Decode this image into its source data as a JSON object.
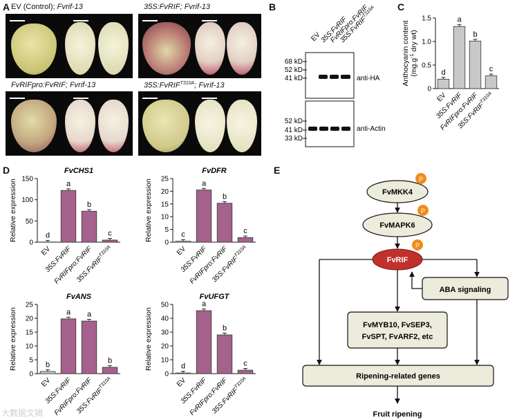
{
  "panels": {
    "A": {
      "label": "A",
      "titles": [
        "EV (Control); ",
        "Fvrif-13",
        "35S:FvRIF; ",
        "Fvrif-13",
        "FvRIFpro:FvRIF; ",
        "Fvrif-13",
        "35S:FvRIF",
        "T310A",
        "; Fvrif-13"
      ]
    },
    "B": {
      "label": "B",
      "lanes": [
        "EV",
        "35S:FvRIF",
        "FvRIFpro:FvRIF",
        "35S:FvRIF",
        "T310A"
      ],
      "top_markers": [
        "68 kD",
        "52 kD",
        "41 kD"
      ],
      "bottom_markers": [
        "52 kD",
        "41 kD",
        "33 kD"
      ],
      "top_antibody": "anti-HA",
      "bottom_antibody": "anti-Actin"
    },
    "C": {
      "label": "C"
    },
    "D": {
      "label": "D"
    },
    "E": {
      "label": "E",
      "nodes": {
        "mkk4": "FvMKK4",
        "mapk6": "FvMAPK6",
        "rif": "FvRIF",
        "aba": "ABA signaling",
        "targets_line1": "FvMYB10, FvSEP3,",
        "targets_line2": "FvSPT, FvARF2, etc",
        "ripening_genes": "Ripening-related genes",
        "outcome": "Fruit ripening",
        "phospho": "P"
      }
    }
  },
  "chart_data": [
    {
      "type": "bar",
      "panel": "C",
      "title": "",
      "ylabel": "Anthocyanin content",
      "ylabel_unit": "(mg.g",
      "ylabel_sup": "-1",
      "ylabel_unit2": " dry wt)",
      "categories": [
        "EV",
        "35S:FvRIF",
        "FvRIFpro:FvRIF",
        "35S:FvRIF"
      ],
      "category_sup": [
        "",
        "",
        "",
        "T310A"
      ],
      "values": [
        0.2,
        1.32,
        1.01,
        0.27
      ],
      "letters": [
        "d",
        "a",
        "b",
        "c"
      ],
      "ylim": [
        0,
        1.5
      ],
      "yticks": [
        "0",
        "0.5",
        "1.0",
        "1.5"
      ],
      "colors": [
        "#c8c8c8",
        "#c8c8c8",
        "#c8c8c8",
        "#c8c8c8"
      ]
    },
    {
      "type": "bar",
      "panel": "D",
      "title": "FvCHS1",
      "ylabel": "Relative expression",
      "categories": [
        "EV",
        "35S:FvRIF",
        "FvRIFpro:FvRIF",
        "35S:FvRIF"
      ],
      "category_sup": [
        "",
        "",
        "",
        "T310A"
      ],
      "values": [
        0.5,
        122,
        73,
        5
      ],
      "letters": [
        "d",
        "a",
        "b",
        "c"
      ],
      "ylim": [
        0,
        150
      ],
      "yticks": [
        "0",
        "50",
        "100",
        "150"
      ],
      "colors": [
        "#b7d4cd",
        "#a5628c",
        "#a5628c",
        "#a5628c"
      ]
    },
    {
      "type": "bar",
      "panel": "D",
      "title": "FvDFR",
      "ylabel": "Relative expression",
      "categories": [
        "EV",
        "35S:FvRIF",
        "FvRIFpro:FvRIF",
        "35S:FvRIF"
      ],
      "category_sup": [
        "",
        "",
        "",
        "T310A"
      ],
      "values": [
        0.4,
        20.5,
        15.3,
        1.8
      ],
      "letters": [
        "c",
        "a",
        "b",
        "c"
      ],
      "ylim": [
        0,
        25
      ],
      "yticks": [
        "0",
        "5",
        "10",
        "15",
        "20",
        "25"
      ],
      "colors": [
        "#b7d4cd",
        "#a5628c",
        "#a5628c",
        "#a5628c"
      ]
    },
    {
      "type": "bar",
      "panel": "D",
      "title": "FvANS",
      "ylabel": "Relative expression",
      "categories": [
        "EV",
        "35S:FvRIF",
        "FvRIFpro:FvRIF",
        "35S:FvRIF"
      ],
      "category_sup": [
        "",
        "",
        "",
        "T310A"
      ],
      "values": [
        0.8,
        19.8,
        19.0,
        2.3
      ],
      "letters": [
        "b",
        "a",
        "a",
        "b"
      ],
      "ylim": [
        0,
        25
      ],
      "yticks": [
        "0",
        "5",
        "10",
        "15",
        "20",
        "25"
      ],
      "colors": [
        "#b7d4cd",
        "#a5628c",
        "#a5628c",
        "#a5628c"
      ]
    },
    {
      "type": "bar",
      "panel": "D",
      "title": "FvUFGT",
      "ylabel": "Relative expression",
      "categories": [
        "EV",
        "35S:FvRIF",
        "FvRIFpro:FvRIF",
        "35S:FvRIF"
      ],
      "category_sup": [
        "",
        "",
        "",
        "T310A"
      ],
      "values": [
        0.5,
        45.5,
        28,
        2.5
      ],
      "letters": [
        "d",
        "a",
        "b",
        "c"
      ],
      "ylim": [
        0,
        50
      ],
      "yticks": [
        "0",
        "10",
        "20",
        "30",
        "40",
        "50"
      ],
      "colors": [
        "#b7d4cd",
        "#a5628c",
        "#a5628c",
        "#a5628c"
      ]
    }
  ],
  "watermark": "大数据文摘"
}
